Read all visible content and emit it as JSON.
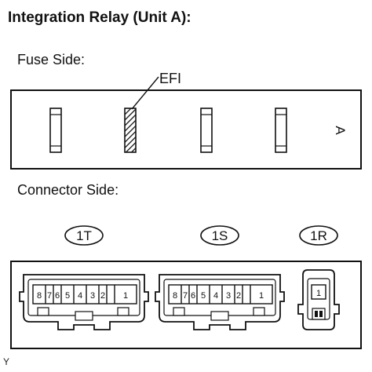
{
  "title": "Integration Relay (Unit A):",
  "fuse_side": {
    "label": "Fuse Side:",
    "efi_label": "EFI",
    "side_marker": "A",
    "fuses": [
      {
        "id": "fuse-1",
        "highlighted": false
      },
      {
        "id": "fuse-efi",
        "highlighted": true
      },
      {
        "id": "fuse-3",
        "highlighted": false
      },
      {
        "id": "fuse-4",
        "highlighted": false
      }
    ]
  },
  "connector_side": {
    "label": "Connector Side:",
    "connectors": [
      {
        "id": "1T",
        "label": "1T",
        "pins": [
          "8",
          "7",
          "6",
          "5",
          "4",
          "3",
          "2",
          "1"
        ]
      },
      {
        "id": "1S",
        "label": "1S",
        "pins": [
          "8",
          "7",
          "6",
          "5",
          "4",
          "3",
          "2",
          "1"
        ]
      },
      {
        "id": "1R",
        "label": "1R",
        "pins": [
          "1"
        ]
      }
    ]
  },
  "figure_code": "Y",
  "colors": {
    "line": "#111111",
    "background": "#ffffff"
  }
}
